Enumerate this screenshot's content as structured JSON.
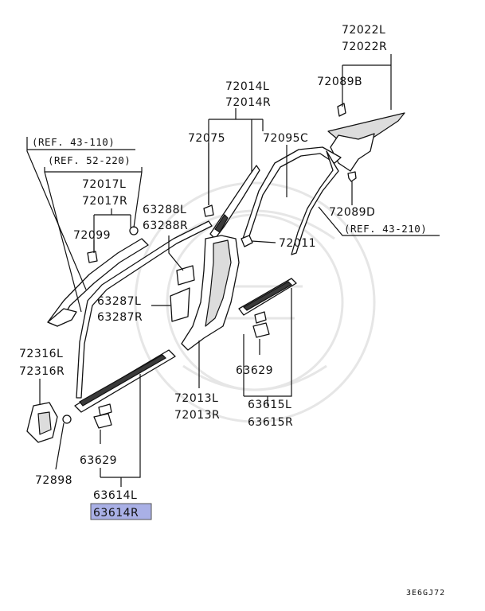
{
  "labels": {
    "p72022": [
      "72022L",
      "72022R"
    ],
    "p72089B": "72089B",
    "p72014": [
      "72014L",
      "72014R"
    ],
    "p72075": "72075",
    "p72095C": "72095C",
    "ref43_110": "(REF. 43-110)",
    "ref52_220": "(REF. 52-220)",
    "p72017": [
      "72017L",
      "72017R"
    ],
    "p72099": "72099",
    "p63288": [
      "63288L",
      "63288R"
    ],
    "p72089D": "72089D",
    "ref43_210": "(REF. 43-210)",
    "p72011": "72011",
    "p63287": [
      "63287L",
      "63287R"
    ],
    "p72316": [
      "72316L",
      "72316R"
    ],
    "p63629_right": "63629",
    "p72013": [
      "72013L",
      "72013R"
    ],
    "p63615": [
      "63615L",
      "63615R"
    ],
    "p63629_left": "63629",
    "p72898": "72898",
    "p63614": [
      "63614L",
      "63614R"
    ]
  },
  "highlight": {
    "part": "63614R",
    "color": "#a9b0e6"
  },
  "diagram_code": "3E6GJ72"
}
